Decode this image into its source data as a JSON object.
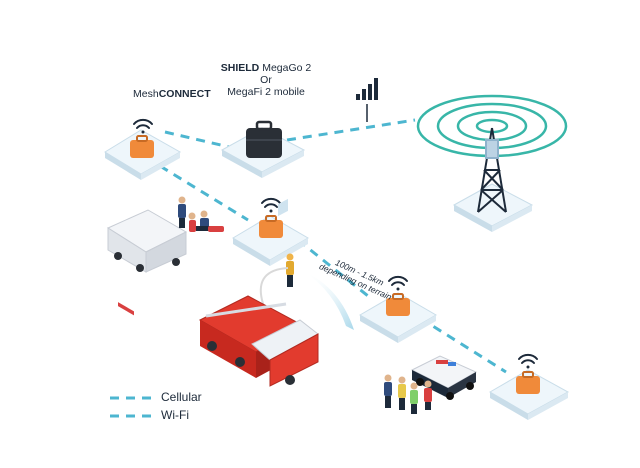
{
  "labels": {
    "mesh_prefix": "Mesh",
    "mesh_suffix": "CONNECT",
    "shield_brand": "SHIELD",
    "shield_line1": " MegaGo 2",
    "shield_line2": "Or",
    "shield_line3": "MegaFi 2 mobile",
    "range_line1": "100m - 1.5km",
    "range_line2": "depending on terrain"
  },
  "legend": {
    "cellular": "Cellular",
    "wifi": "Wi-Fi"
  },
  "colors": {
    "link": "#4db6d0",
    "tile_top": "#eef6fb",
    "tile_edge": "#c9dde9",
    "case": "#f08a3a",
    "dark": "#1d2a3a",
    "tower_rings": "#38b6a8"
  },
  "icons": [
    "wifi-icon",
    "signal-bars-icon",
    "cell-tower-icon",
    "mesh-case-icon",
    "briefcase-icon",
    "ambulance-icon",
    "fire-truck-icon",
    "police-car-icon",
    "firefighter-icon",
    "people-icon"
  ]
}
